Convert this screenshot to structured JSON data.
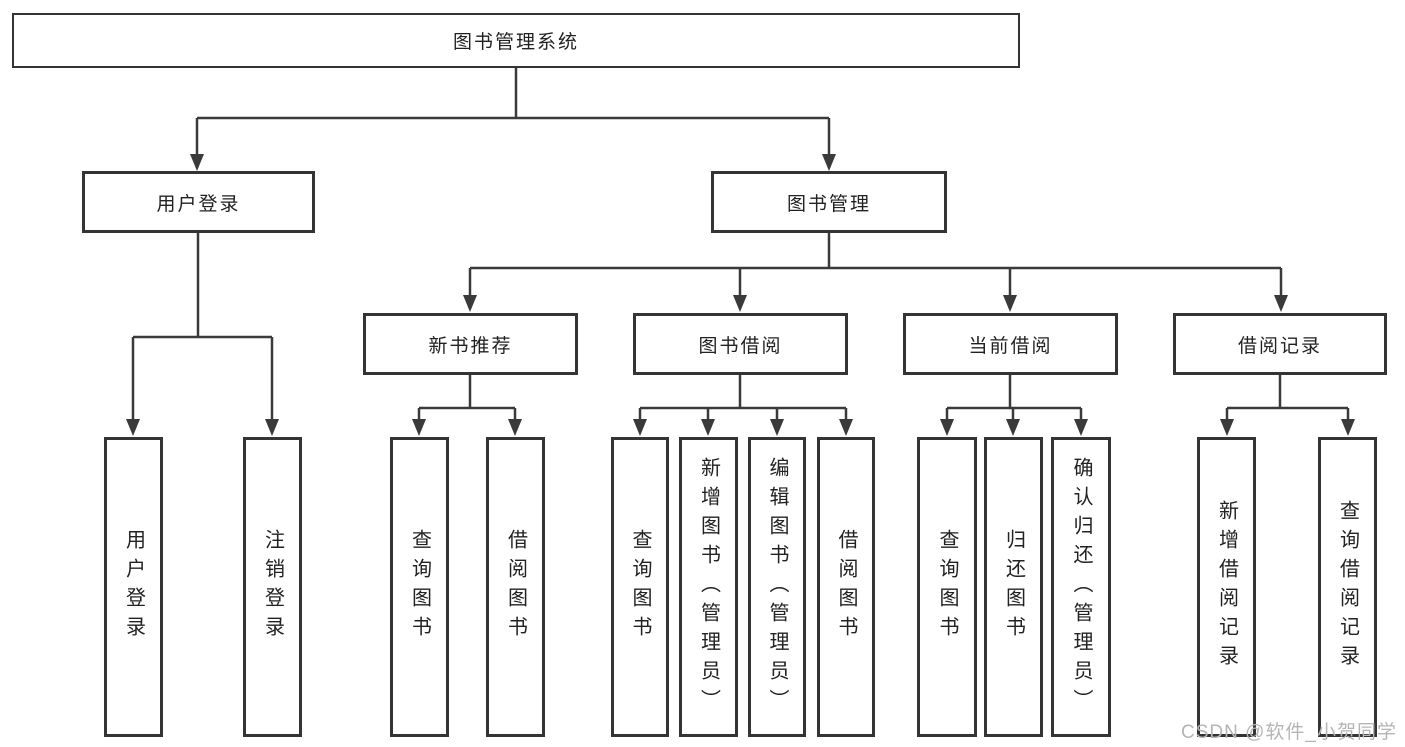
{
  "colors": {
    "line": "#3a3a3a",
    "box_border": "#343434",
    "box_fill": "#ffffff",
    "text": "#222222",
    "watermark": "#b5b5b5"
  },
  "watermark": "CSDN @软件_小贺同学",
  "tree": {
    "label": "图书管理系统",
    "children": [
      {
        "label": "用户登录",
        "children": [
          {
            "label": "用户登录"
          },
          {
            "label": "注销登录"
          }
        ]
      },
      {
        "label": "图书管理",
        "children": [
          {
            "label": "新书推荐",
            "children": [
              {
                "label": "查询图书"
              },
              {
                "label": "借阅图书"
              }
            ]
          },
          {
            "label": "图书借阅",
            "children": [
              {
                "label": "查询图书"
              },
              {
                "label": "新增图书（管理员）"
              },
              {
                "label": "编辑图书（管理员）"
              },
              {
                "label": "借阅图书"
              }
            ]
          },
          {
            "label": "当前借阅",
            "children": [
              {
                "label": "查询图书"
              },
              {
                "label": "归还图书"
              },
              {
                "label": "确认归还（管理员）"
              }
            ]
          },
          {
            "label": "借阅记录",
            "children": [
              {
                "label": "新增借阅记录"
              },
              {
                "label": "查询借阅记录"
              }
            ]
          }
        ]
      }
    ]
  }
}
